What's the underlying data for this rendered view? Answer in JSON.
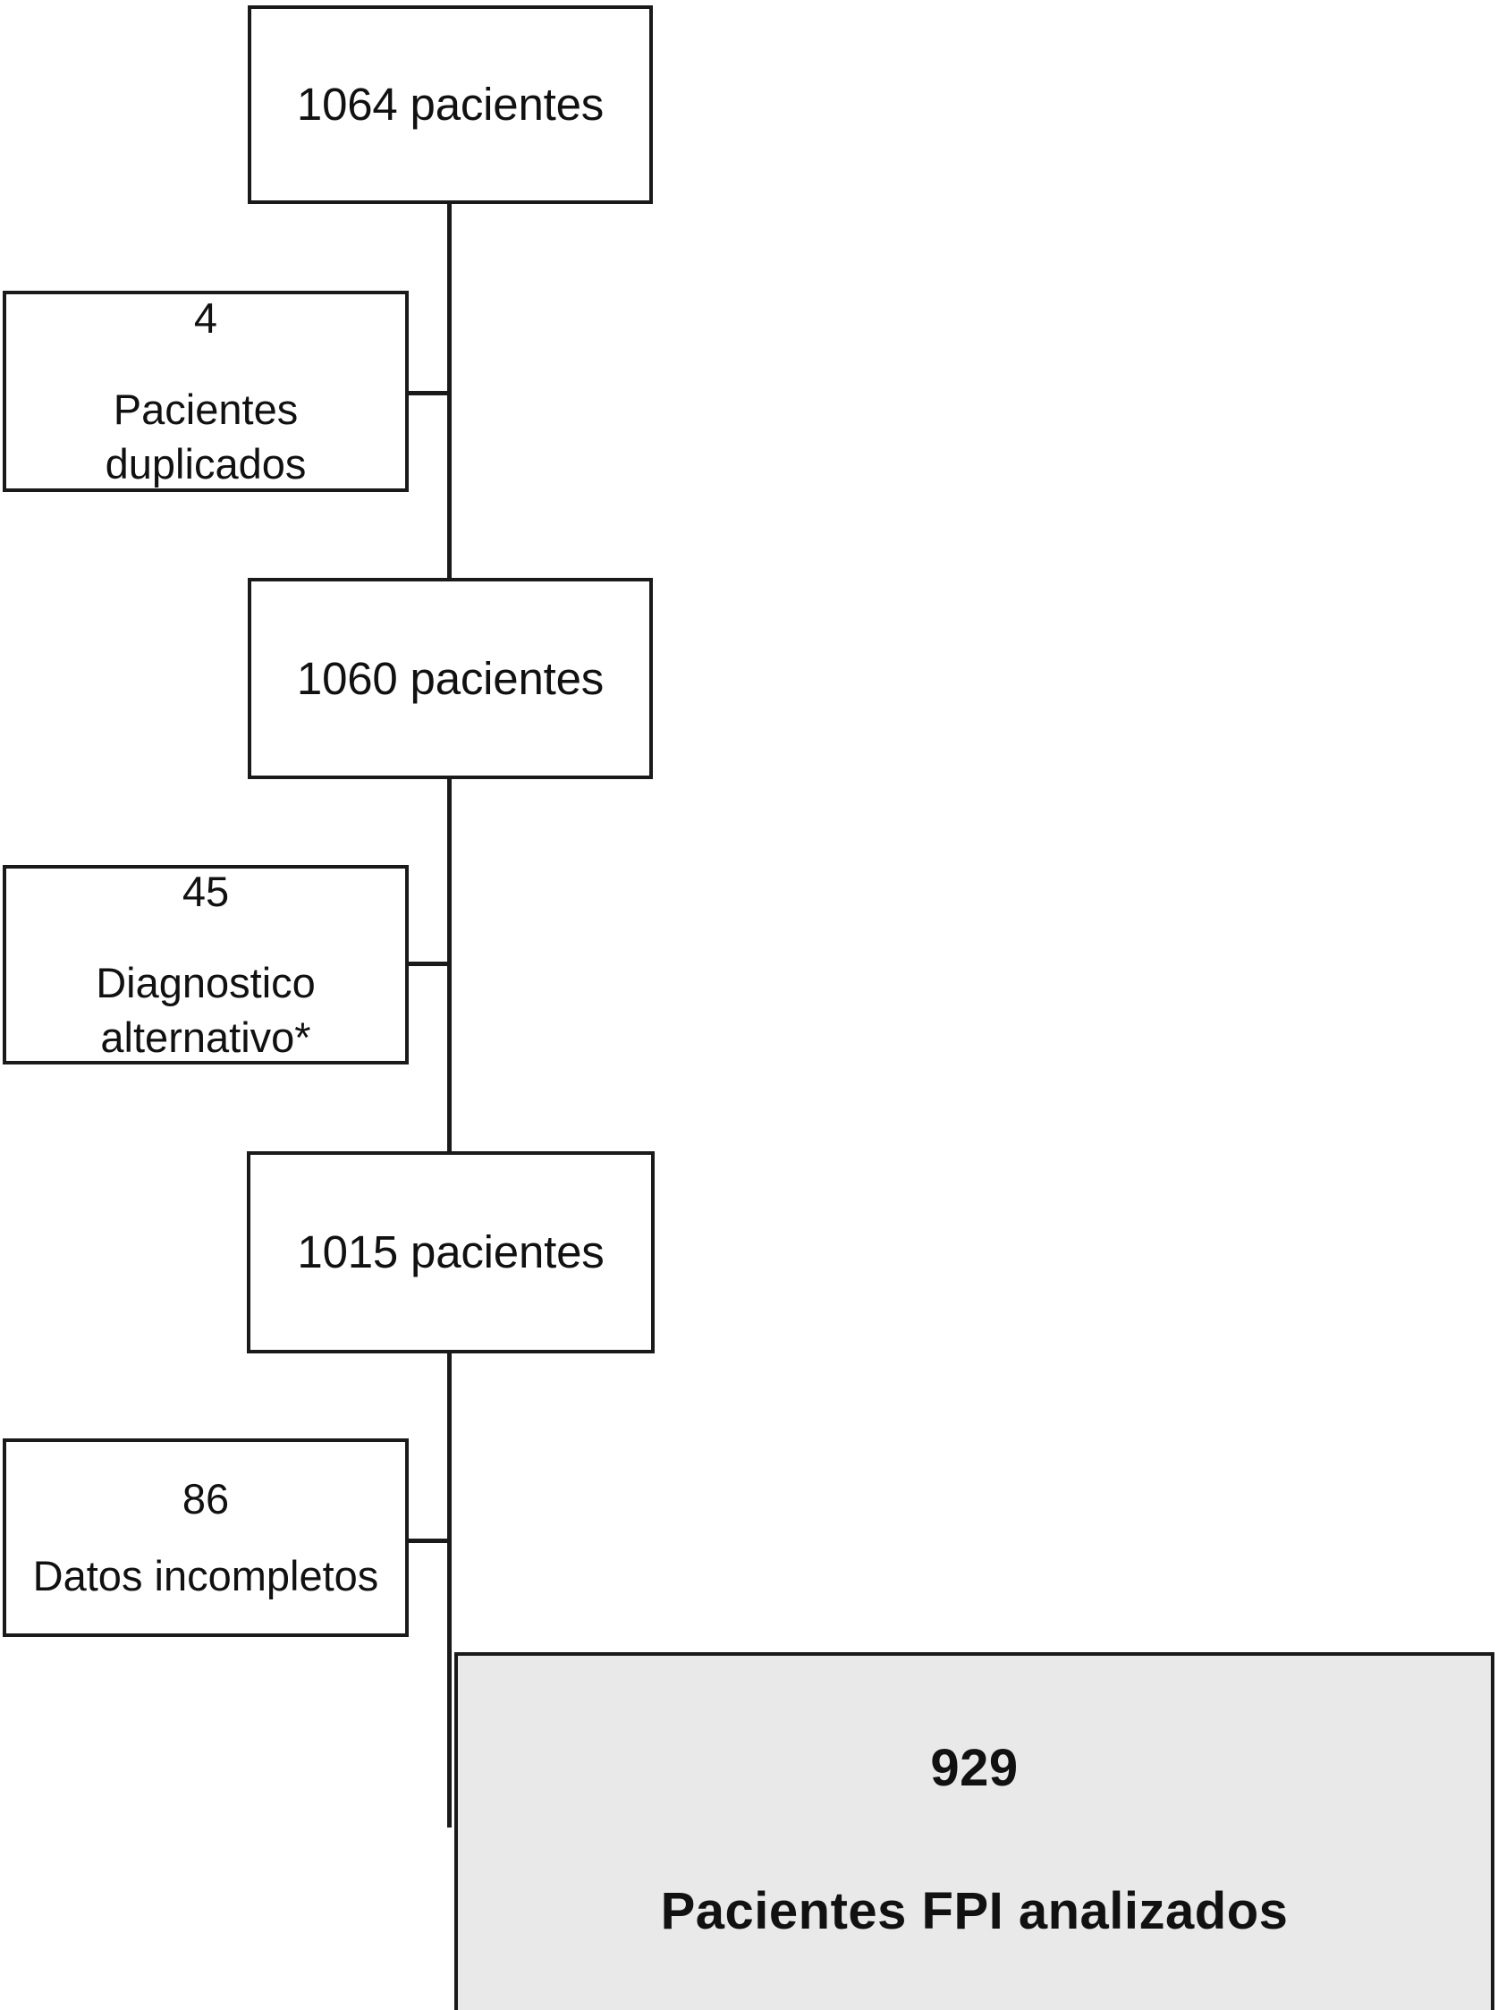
{
  "diagram": {
    "type": "patient-selection-flowchart",
    "language": "es",
    "colors": {
      "stroke": "#1a1a1a",
      "box_fill": "#ffffff",
      "result_fill": "#e9e9e9",
      "text": "#111111"
    },
    "nodes": [
      {
        "id": "enrolled",
        "role": "cohort",
        "number": "1064",
        "label": "pacientes",
        "text": "1064 pacientes"
      },
      {
        "id": "excluded-duplicates",
        "role": "exclusion",
        "number": "4",
        "label": "Pacientes duplicados"
      },
      {
        "id": "after-duplicates",
        "role": "cohort",
        "number": "1060",
        "label": "pacientes",
        "text": "1060 pacientes"
      },
      {
        "id": "excluded-alt-diagnosis",
        "role": "exclusion",
        "number": "45",
        "label": "Diagnostico alternativo*"
      },
      {
        "id": "after-alt-diagnosis",
        "role": "cohort",
        "number": "1015",
        "label": "pacientes",
        "text": "1015 pacientes"
      },
      {
        "id": "excluded-incomplete-data",
        "role": "exclusion",
        "number": "86",
        "label": "Datos incompletos"
      },
      {
        "id": "analyzed",
        "role": "result",
        "number": "929",
        "label": "Pacientes FPI analizados"
      }
    ]
  }
}
